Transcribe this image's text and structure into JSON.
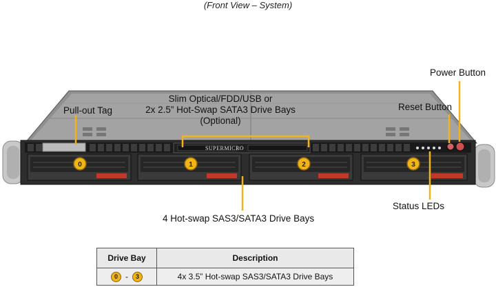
{
  "caption": "(Front View – System)",
  "labels": {
    "pull_out_tag": "Pull-out Tag",
    "slim_optical_line1": "Slim Optical/FDD/USB or",
    "slim_optical_line2": "2x 2.5” Hot-Swap  SATA3 Drive Bays",
    "slim_optical_line3": "(Optional)",
    "reset_button": "Reset Button",
    "power_button": "Power Button",
    "status_leds": "Status LEDs",
    "drive_bays": "4 Hot-swap  SAS3/SATA3 Drive Bays"
  },
  "brand": "SUPERMICRO",
  "bay_numbers": [
    "0",
    "1",
    "2",
    "3"
  ],
  "colors": {
    "callout": "#f0b418",
    "chassis": "#2d2d2d",
    "rack_ear": "#c8c8c8"
  },
  "table": {
    "headers": [
      "Drive Bay",
      "Description"
    ],
    "rows": [
      {
        "bay_from": "0",
        "bay_sep": "-",
        "bay_to": "3",
        "description": "4x 3.5” Hot-swap  SAS3/SATA3 Drive  Bays"
      }
    ]
  }
}
